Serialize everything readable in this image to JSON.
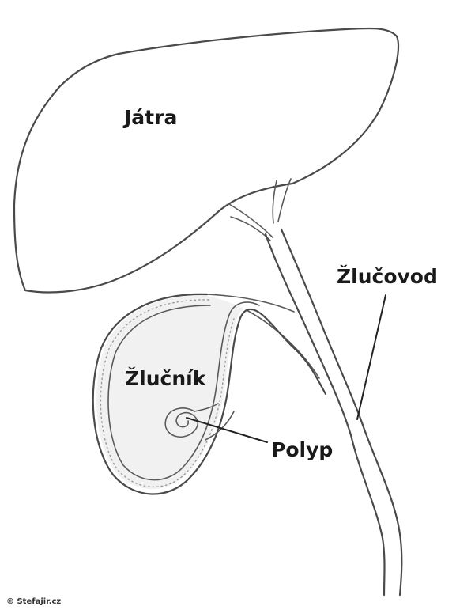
{
  "labels": {
    "liver": "Játra",
    "bile_duct": "Žlučovod",
    "gallbladder": "Žlučník",
    "polyp": "Polyp"
  },
  "credit": "© Stefajir.cz"
}
